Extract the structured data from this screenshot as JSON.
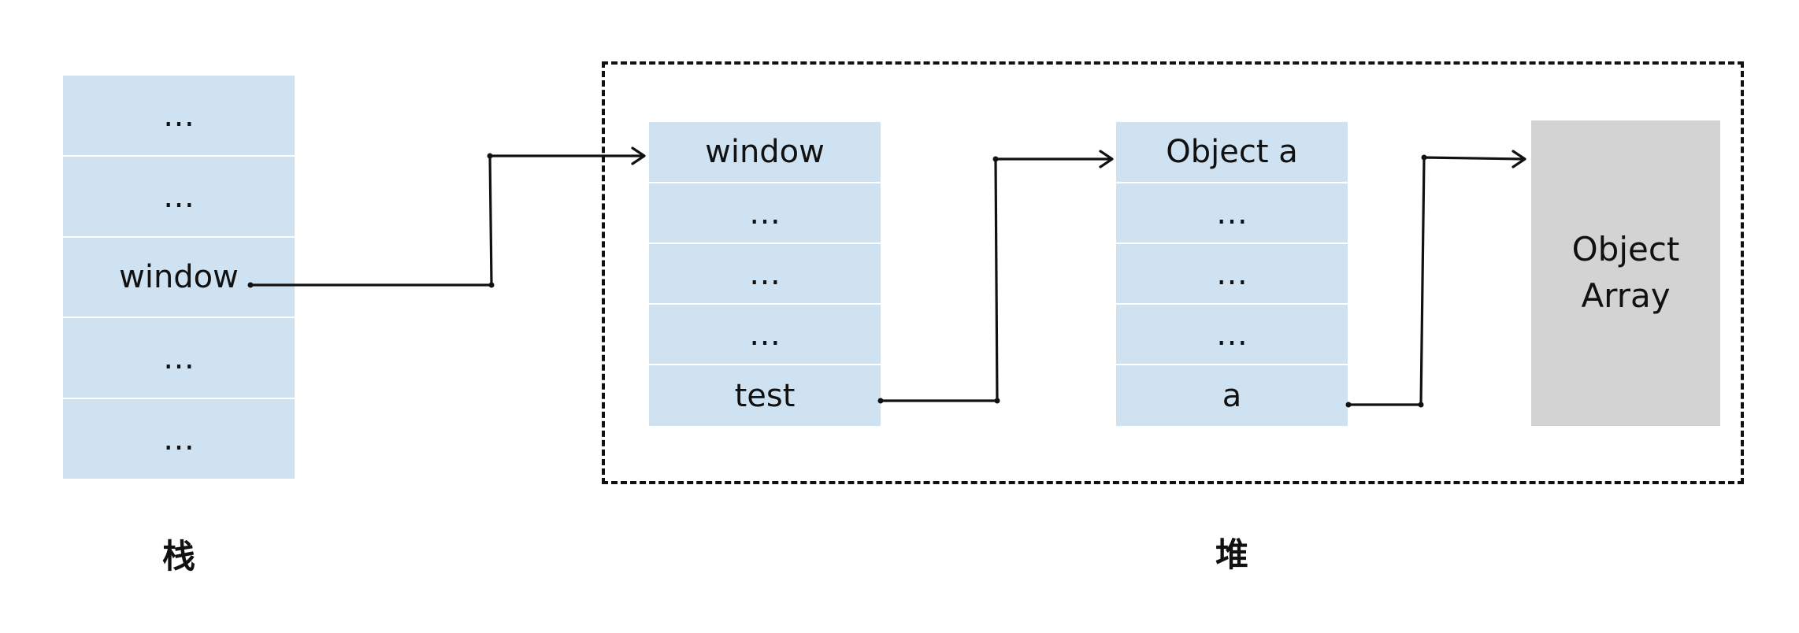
{
  "stack": {
    "cells": [
      "…",
      "…",
      "window",
      "…",
      "…"
    ],
    "caption": "栈"
  },
  "heap": {
    "caption": "堆",
    "window_object": {
      "cells": [
        "window",
        "…",
        "…",
        "…",
        "test"
      ]
    },
    "object_a": {
      "cells": [
        "Object a",
        "…",
        "…",
        "…",
        "a"
      ]
    },
    "object_array": {
      "line1": "Object",
      "line2": "Array"
    }
  }
}
